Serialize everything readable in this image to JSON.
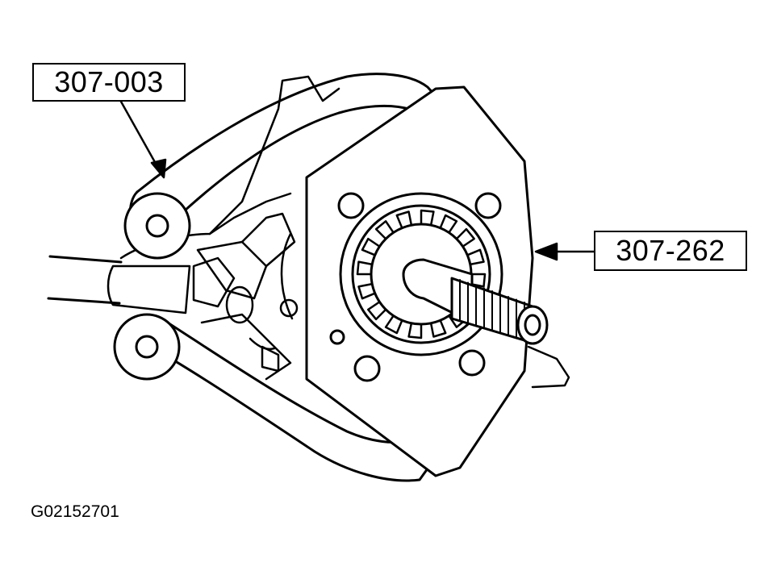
{
  "callouts": {
    "tool_a": {
      "label": "307-003"
    },
    "tool_b": {
      "label": "307-262"
    }
  },
  "figure": {
    "id": "G02152701"
  },
  "colors": {
    "ink": "#000000",
    "paper": "#ffffff"
  }
}
